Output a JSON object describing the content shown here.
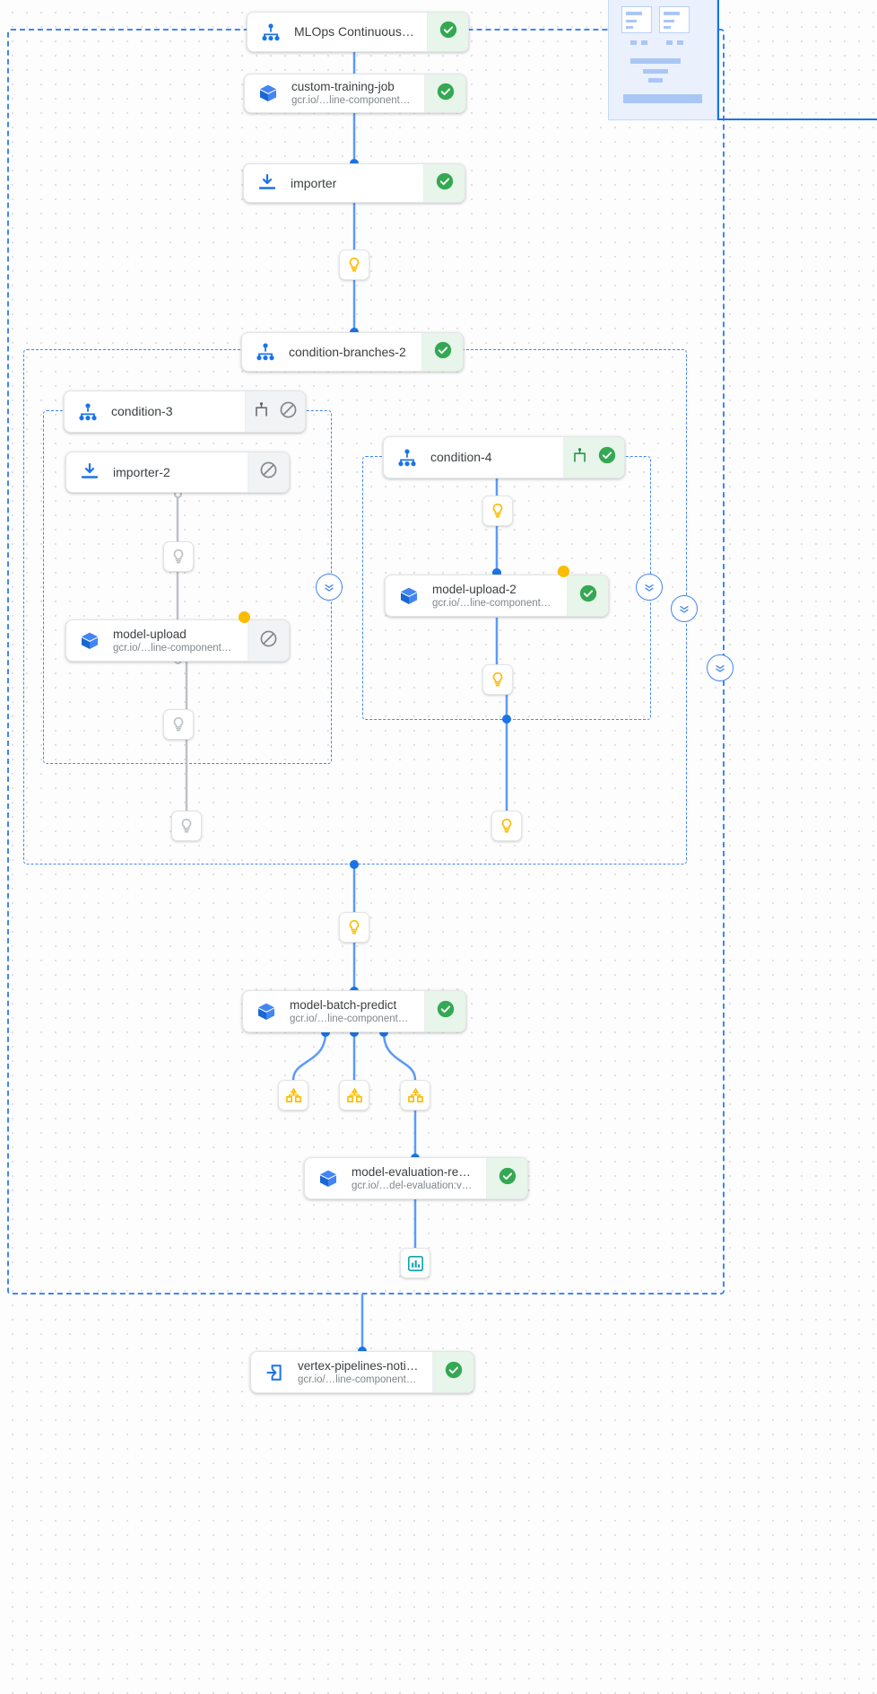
{
  "graph": {
    "title": "Vertex AI Pipeline Run Graph",
    "accent_color": "#4285f4",
    "success_color": "#34a853",
    "warning_color": "#fbbc04",
    "skipped_color": "#80868b"
  },
  "nodes": {
    "root": {
      "label": "MLOps Continuous Traini…",
      "subtitle": "",
      "icon": "pipeline-icon",
      "status": "succeeded",
      "status_icon": "check-circle-icon"
    },
    "custom_training_job": {
      "label": "custom-training-job",
      "subtitle": "gcr.io/…line-components:2.6.0",
      "icon": "component-cube-icon",
      "status": "succeeded",
      "status_icon": "check-circle-icon"
    },
    "importer": {
      "label": "importer",
      "subtitle": "",
      "icon": "import-download-icon",
      "status": "succeeded",
      "status_icon": "check-circle-icon"
    },
    "condition_branches_2": {
      "label": "condition-branches-2",
      "subtitle": "",
      "icon": "pipeline-icon",
      "status": "succeeded",
      "status_icon": "check-circle-icon"
    },
    "condition_3": {
      "label": "condition-3",
      "subtitle": "",
      "icon": "condition-icon",
      "status": "skipped",
      "status_icon": "block-circle-icon",
      "secondary_icon": "branch-icon"
    },
    "importer_2": {
      "label": "importer-2",
      "subtitle": "",
      "icon": "import-download-icon",
      "status": "skipped",
      "status_icon": "block-circle-icon"
    },
    "model_upload": {
      "label": "model-upload",
      "subtitle": "gcr.io/…line-components:2.6.0",
      "icon": "component-cube-icon",
      "status": "skipped",
      "status_icon": "block-circle-icon",
      "has_warning_dot": true
    },
    "condition_4": {
      "label": "condition-4",
      "subtitle": "",
      "icon": "condition-icon",
      "status": "succeeded",
      "status_icon": "check-circle-icon",
      "secondary_icon": "branch-icon"
    },
    "model_upload_2": {
      "label": "model-upload-2",
      "subtitle": "gcr.io/…line-components:2.6.0",
      "icon": "component-cube-icon",
      "status": "succeeded",
      "status_icon": "check-circle-icon",
      "has_warning_dot": true
    },
    "model_batch_predict": {
      "label": "model-batch-predict",
      "subtitle": "gcr.io/…line-components:2.6.0",
      "icon": "component-cube-icon",
      "status": "succeeded",
      "status_icon": "check-circle-icon"
    },
    "model_evaluation": {
      "label": "model-evaluation-regres…",
      "subtitle": "gcr.io/…del-evaluation:v0.9.3",
      "icon": "component-cube-icon",
      "status": "succeeded",
      "status_icon": "check-circle-icon"
    },
    "vertex_notification": {
      "label": "vertex-pipelines-notificat…",
      "subtitle": "gcr.io/…line-components:2.6.0",
      "icon": "exit-arrow-icon",
      "status": "succeeded",
      "status_icon": "check-circle-icon"
    }
  },
  "artifacts": [
    {
      "id": "artifact-after-importer",
      "icon": "artifact-bulb-icon",
      "state": "active"
    },
    {
      "id": "artifact-importer-2-out",
      "icon": "artifact-bulb-icon",
      "state": "skipped"
    },
    {
      "id": "artifact-model-upload-out",
      "icon": "artifact-bulb-icon",
      "state": "skipped"
    },
    {
      "id": "artifact-condition-3-out",
      "icon": "artifact-bulb-icon",
      "state": "skipped"
    },
    {
      "id": "artifact-condition-4-in",
      "icon": "artifact-bulb-icon",
      "state": "active"
    },
    {
      "id": "artifact-model-upload-2-out",
      "icon": "artifact-bulb-icon",
      "state": "active"
    },
    {
      "id": "artifact-condition-4-out",
      "icon": "artifact-bulb-icon",
      "state": "active"
    },
    {
      "id": "artifact-branches-out",
      "icon": "artifact-bulb-icon",
      "state": "active"
    },
    {
      "id": "artifact-batch-predict-1",
      "icon": "dataset-icon",
      "state": "active"
    },
    {
      "id": "artifact-batch-predict-2",
      "icon": "dataset-icon",
      "state": "active"
    },
    {
      "id": "artifact-batch-predict-3",
      "icon": "dataset-icon",
      "state": "active"
    },
    {
      "id": "artifact-metrics",
      "icon": "metrics-chart-icon",
      "state": "active"
    }
  ],
  "controls": {
    "collapse_buttons": [
      {
        "id": "collapse-condition-3",
        "icon": "collapse-chevrons-icon"
      },
      {
        "id": "collapse-condition-4",
        "icon": "collapse-chevrons-icon"
      },
      {
        "id": "collapse-branches",
        "icon": "collapse-chevrons-icon"
      },
      {
        "id": "collapse-outer",
        "icon": "collapse-chevrons-icon"
      }
    ],
    "minimap": {
      "id": "minimap",
      "label": "minimap"
    }
  }
}
